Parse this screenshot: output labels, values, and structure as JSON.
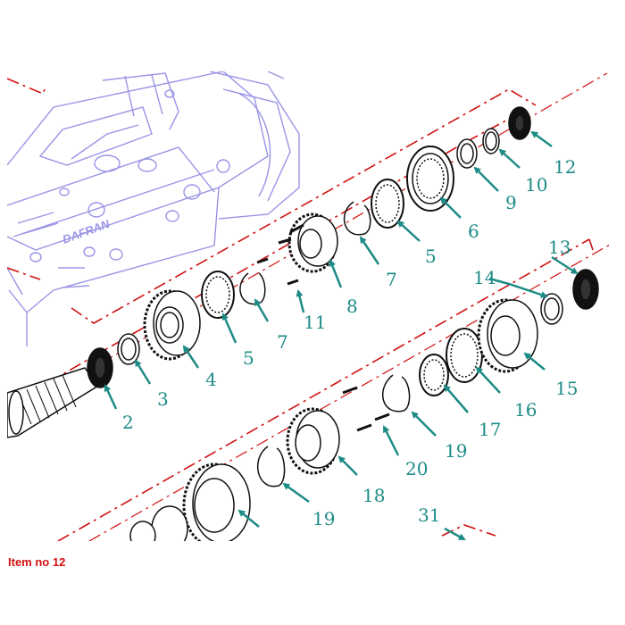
{
  "caption": "Item no 12",
  "colors": {
    "housing": "#9a94e6",
    "leader": "#1d8b86",
    "centerline": "#d01010",
    "part": "#111111",
    "caption": "#d01010"
  },
  "logo_text": "DAFRAN",
  "callouts": [
    {
      "key": "c2",
      "label": "2"
    },
    {
      "key": "c3",
      "label": "3"
    },
    {
      "key": "c4",
      "label": "4"
    },
    {
      "key": "c5a",
      "label": "5"
    },
    {
      "key": "c5b",
      "label": "5"
    },
    {
      "key": "c6",
      "label": "6"
    },
    {
      "key": "c7a",
      "label": "7"
    },
    {
      "key": "c7b",
      "label": "7"
    },
    {
      "key": "c8",
      "label": "8"
    },
    {
      "key": "c9",
      "label": "9"
    },
    {
      "key": "c10",
      "label": "10"
    },
    {
      "key": "c11",
      "label": "11"
    },
    {
      "key": "c12",
      "label": "12"
    },
    {
      "key": "c13",
      "label": "13"
    },
    {
      "key": "c14",
      "label": "14"
    },
    {
      "key": "c15",
      "label": "15"
    },
    {
      "key": "c16",
      "label": "16"
    },
    {
      "key": "c17",
      "label": "17"
    },
    {
      "key": "c18",
      "label": "18"
    },
    {
      "key": "c19a",
      "label": "19"
    },
    {
      "key": "c19b",
      "label": "19"
    },
    {
      "key": "c20",
      "label": "20"
    },
    {
      "key": "c31",
      "label": "31"
    }
  ]
}
